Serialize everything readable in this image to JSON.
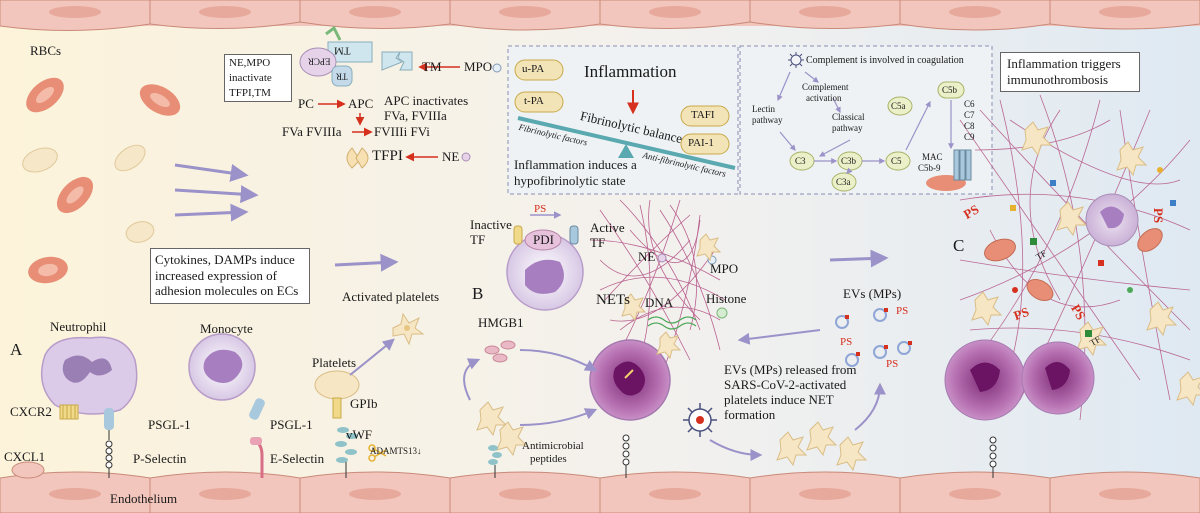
{
  "panels": {
    "a": "A",
    "b": "B",
    "c": "C"
  },
  "vessel": {
    "rbc_label": "RBCs",
    "endothelium_label": "Endothelium"
  },
  "cells": {
    "neutrophil": "Neutrophil",
    "monocyte": "Monocyte",
    "platelets": "Platelets",
    "activated_platelets": "Activated platelets"
  },
  "receptors": {
    "cxcr2": "CXCR2",
    "cxcl1": "CXCL1",
    "psgl1_neutrophil": "PSGL-1",
    "p_selectin": "P-Selectin",
    "psgl1_monocyte": "PSGL-1",
    "e_selectin": "E-Selectin",
    "gpib": "GPIb",
    "vwf": "vWF",
    "adamts13": "ADAMTS13↓"
  },
  "cytokine_box": "Cytokines, DAMPs induce increased expression of adhesion molecules on ECs",
  "anticoag": {
    "ne_mpo_box": [
      "NE,MPO",
      "inactivate",
      "TFPI,TM"
    ],
    "tm": "TM",
    "mpo": "MPO",
    "pc": "PC",
    "apc": "APC",
    "apc_note": [
      "APC inactivates",
      "FVa, FVIIIa"
    ],
    "fva": "FVa FVIIIa",
    "fviii": "FVIIIi FVi",
    "tfpi": "TFPI",
    "ne": "NE",
    "epcr": "EPCR",
    "tm_flipped": "TM",
    "tr": "TR"
  },
  "fibrinolysis": {
    "title": "Inflammation",
    "upa": "u-PA",
    "tpa": "t-PA",
    "tafi": "TAFI",
    "pai1": "PAI-1",
    "balance": "Fibrinolytic balance",
    "fib_factors": "Fibrinolytic factors",
    "anti_factors": "Anti-fibrinolytic factors",
    "note": [
      "Inflammation induces a",
      "hypofibrinolytic state"
    ]
  },
  "complement": {
    "title": "Complement is involved in coagulation",
    "activation": [
      "Complement",
      "activation"
    ],
    "lectin": [
      "Lectin",
      "pathway"
    ],
    "classical": [
      "Classical",
      "pathway"
    ],
    "c3": "C3",
    "c3b": "C3b",
    "c3a": "C3a",
    "c5": "C5",
    "c5a": "C5a",
    "c5b": "C5b",
    "c6_c9": [
      "C6",
      "C7",
      "C8",
      "C9"
    ],
    "mac": [
      "MAC",
      "C5b-9"
    ]
  },
  "net": {
    "ps_top": "PS",
    "inactive_tf": [
      "Inactive",
      "TF"
    ],
    "pdi": "PDI",
    "active_tf": [
      "Active",
      "TF"
    ],
    "ne": "NE",
    "mpo": "MPO",
    "nets": "NETs",
    "dna": "DNA",
    "histone": "Histone",
    "hmgb1": "HMGB1",
    "antimicrobial": [
      "Antimicrobial",
      "peptides"
    ],
    "evs_title": "EVs (MPs)",
    "ps_labels": [
      "PS",
      "PS",
      "PS"
    ],
    "ev_note": [
      "EVs (MPs) released from",
      "SARS-CoV-2-activated",
      "platelets induce NET",
      "formation"
    ]
  },
  "immuno": {
    "title": [
      "Inflammation triggers",
      "immunothrombosis"
    ],
    "ps_marks": [
      "PS",
      "PS",
      "PS",
      "PS"
    ],
    "tf_marks": [
      "TF",
      "TF"
    ]
  },
  "colors": {
    "vessel_bg": "#fcf3da",
    "endothelium": "#f2c6bd",
    "rbc": "#e88e76",
    "platelet": "#f7e6c4",
    "neutrophil": "#dccbe8",
    "monocyte": "#cbb6d9",
    "net_fiber": "#b0487e",
    "nucleus": "#7a1a60",
    "arrow": "#9b92c9",
    "red_arrow": "#d6301f"
  }
}
